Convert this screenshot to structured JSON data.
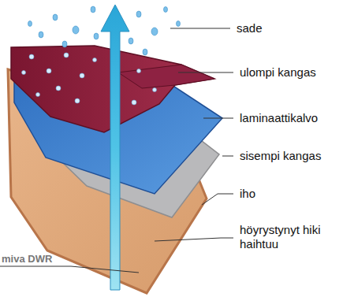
{
  "diagram": {
    "labels": [
      "sade",
      "ulompi kangas",
      "laminaattikalvo",
      "sisempi kangas",
      "iho",
      "höyrystynyt hiki haihtuu",
      "miva DWR"
    ]
  }
}
